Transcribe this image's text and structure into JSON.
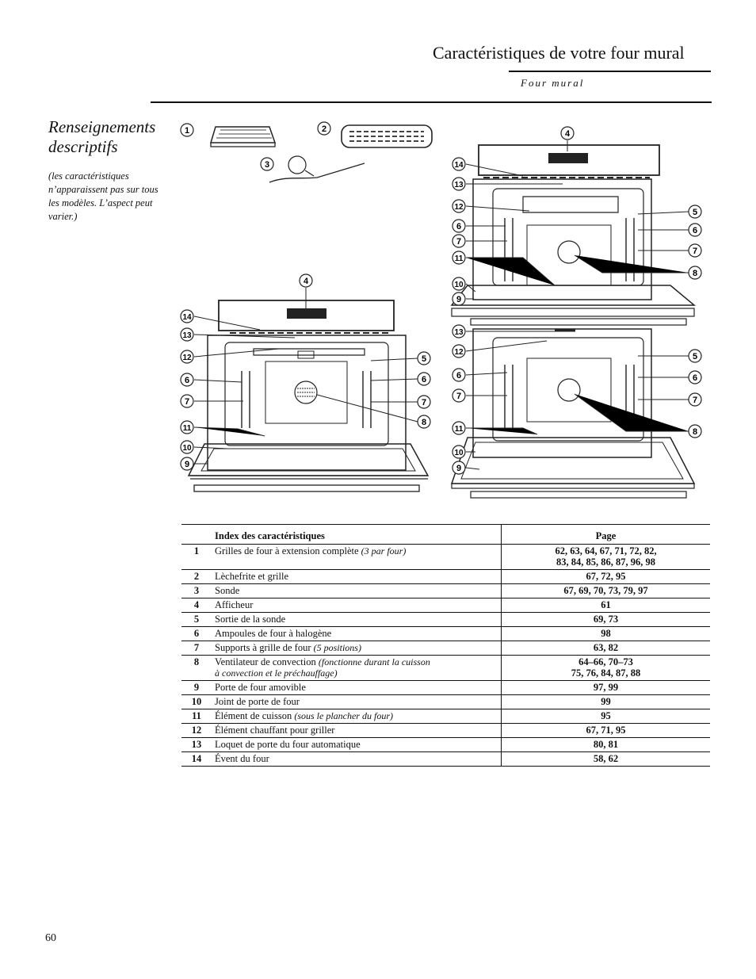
{
  "header": {
    "title": "Caractéristiques de votre four mural",
    "section": "Four mural"
  },
  "sidebar": {
    "heading": "Renseignements descriptifs",
    "note": "(les caractéristiques n’apparaissent pas sur tous les modèles. L’aspect peut varier.)"
  },
  "table": {
    "header_feature": "Index des caractéristiques",
    "header_page": "Page",
    "rows": [
      {
        "num": "1",
        "feature": "Grilles de four à extension complète",
        "note": "(3 par four)",
        "note2": "",
        "pages": "62, 63, 64, 67, 71, 72, 82,",
        "pages2": "83, 84, 85, 86, 87, 96, 98"
      },
      {
        "num": "2",
        "feature": "Lèchefrite et grille",
        "note": "",
        "note2": "",
        "pages": "67, 72, 95",
        "pages2": ""
      },
      {
        "num": "3",
        "feature": "Sonde",
        "note": "",
        "note2": "",
        "pages": "67, 69, 70, 73, 79, 97",
        "pages2": ""
      },
      {
        "num": "4",
        "feature": "Afficheur",
        "note": "",
        "note2": "",
        "pages": "61",
        "pages2": ""
      },
      {
        "num": "5",
        "feature": "Sortie de la sonde",
        "note": "",
        "note2": "",
        "pages": "69, 73",
        "pages2": ""
      },
      {
        "num": "6",
        "feature": "Ampoules de four à halogène",
        "note": "",
        "note2": "",
        "pages": "98",
        "pages2": ""
      },
      {
        "num": "7",
        "feature": "Supports à grille de four",
        "note": "(5 positions)",
        "note2": "",
        "pages": "63, 82",
        "pages2": ""
      },
      {
        "num": "8",
        "feature": "Ventilateur de convection",
        "note": "(fonctionne durant la cuisson",
        "note2": "à convection et le préchauffage)",
        "pages": "64–66, 70–73",
        "pages2": "75, 76, 84, 87, 88"
      },
      {
        "num": "9",
        "feature": "Porte de four amovible",
        "note": "",
        "note2": "",
        "pages": "97, 99",
        "pages2": ""
      },
      {
        "num": "10",
        "feature": "Joint de porte de four",
        "note": "",
        "note2": "",
        "pages": "99",
        "pages2": ""
      },
      {
        "num": "11",
        "feature": "Élément de cuisson",
        "note": "(sous le plancher du four)",
        "note2": "",
        "pages": "95",
        "pages2": ""
      },
      {
        "num": "12",
        "feature": "Élément chauffant pour griller",
        "note": "",
        "note2": "",
        "pages": "67, 71, 95",
        "pages2": ""
      },
      {
        "num": "13",
        "feature": "Loquet de porte du four automatique",
        "note": "",
        "note2": "",
        "pages": "80, 81",
        "pages2": ""
      },
      {
        "num": "14",
        "feature": "Évent du four",
        "note": "",
        "note2": "",
        "pages": "58, 62",
        "pages2": ""
      }
    ]
  },
  "callouts": [
    "1",
    "2",
    "3",
    "4",
    "5",
    "6",
    "7",
    "8",
    "9",
    "10",
    "11",
    "12",
    "13",
    "14"
  ],
  "page_number": "60"
}
